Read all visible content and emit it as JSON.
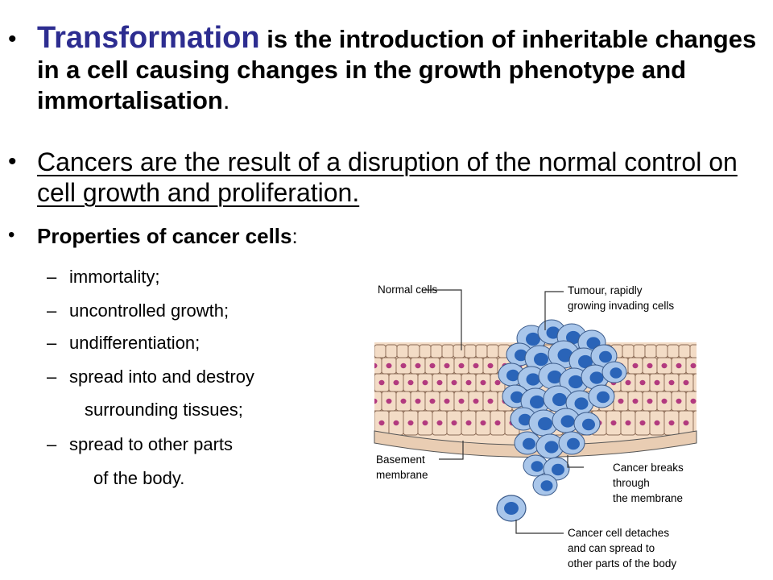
{
  "bullets": {
    "b1": {
      "lead": "Transformation",
      "rest": " is the introduction of inheritable changes in a cell causing changes in the growth phenotype and immortalisation",
      "end": "."
    },
    "b2": {
      "text": "Cancers are the result of a disruption of the normal control on cell growth and proliferation."
    },
    "b3": {
      "bold": "Properties of cancer cells",
      "end": ":"
    }
  },
  "properties": [
    "immortality;",
    "uncontrolled growth;",
    "undifferentiation;",
    "spread into and destroy",
    "surrounding tissues;",
    "spread to other parts",
    "of the body."
  ],
  "diagram": {
    "labels": {
      "normal_cells": "Normal cells",
      "tumour_1": "Tumour, rapidly",
      "tumour_2": "growing invading cells",
      "basement_1": "Basement",
      "basement_2": "membrane",
      "breaks_1": "Cancer breaks",
      "breaks_2": "through",
      "breaks_3": "the membrane",
      "detach_1": "Cancer cell detaches",
      "detach_2": "and can spread to",
      "detach_3": "other parts of the body"
    },
    "colors": {
      "normal_cell": "#f3dcc6",
      "nucleus": "#b23a7f",
      "cancer_cell": "#a9c6ea",
      "cancer_nucleus": "#2a64b8",
      "membrane": "#e9cdb3"
    }
  }
}
